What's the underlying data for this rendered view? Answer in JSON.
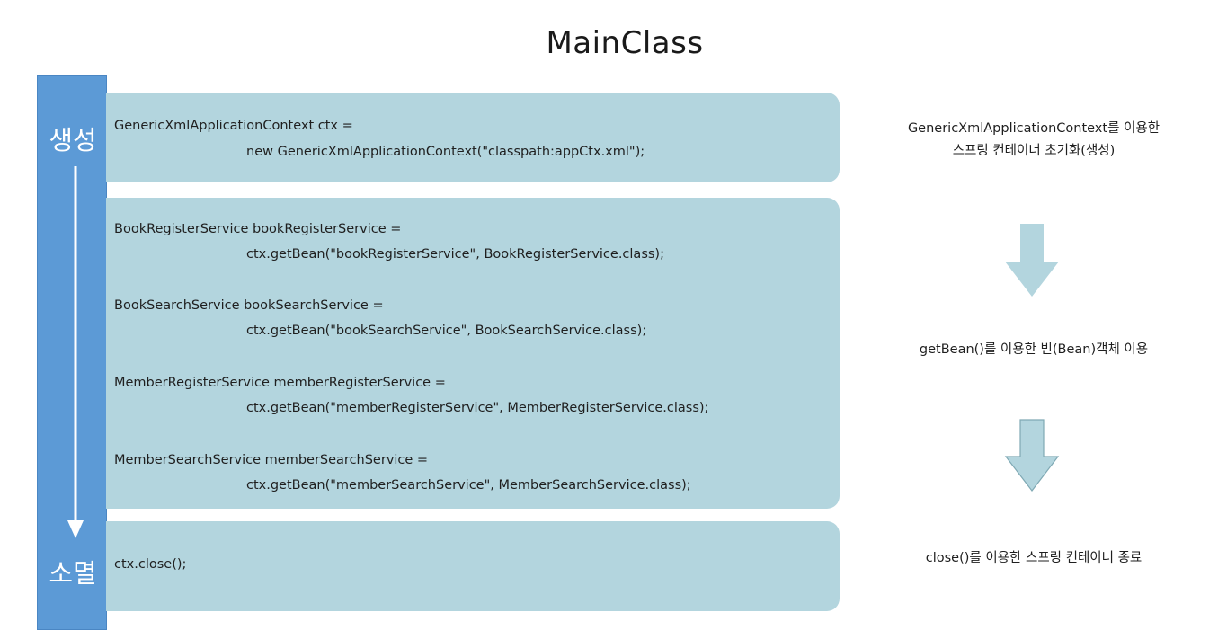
{
  "title": "MainClass",
  "timeline": {
    "start_label": "생성",
    "end_label": "소멸"
  },
  "blocks": [
    {
      "lines": [
        "GenericXmlApplicationContext ctx =",
        "new GenericXmlApplicationContext(\"classpath:appCtx.xml\");"
      ]
    },
    {
      "lines": [
        "BookRegisterService bookRegisterService =",
        "ctx.getBean(\"bookRegisterService\", BookRegisterService.class);",
        "BookSearchService bookSearchService =",
        "ctx.getBean(\"bookSearchService\", BookSearchService.class);",
        "MemberRegisterService memberRegisterService =",
        "ctx.getBean(\"memberRegisterService\", MemberRegisterService.class);",
        "MemberSearchService memberSearchService =",
        "ctx.getBean(\"memberSearchService\", MemberSearchService.class);"
      ]
    },
    {
      "lines": [
        "ctx.close();"
      ]
    }
  ],
  "notes": {
    "init_line1": "GenericXmlApplicationContext를 이용한",
    "init_line2": "스프링 컨테이너 초기화(생성)",
    "use": "getBean()를 이용한 빈(Bean)객체 이용",
    "close": "close()를 이용한 스프링 컨테이너 종료"
  },
  "colors": {
    "timeline": "#5c9ad6",
    "panel": "#b3d5de",
    "arrow_fill": "#b3d5de",
    "arrow_outline": "#7fa9b4"
  }
}
